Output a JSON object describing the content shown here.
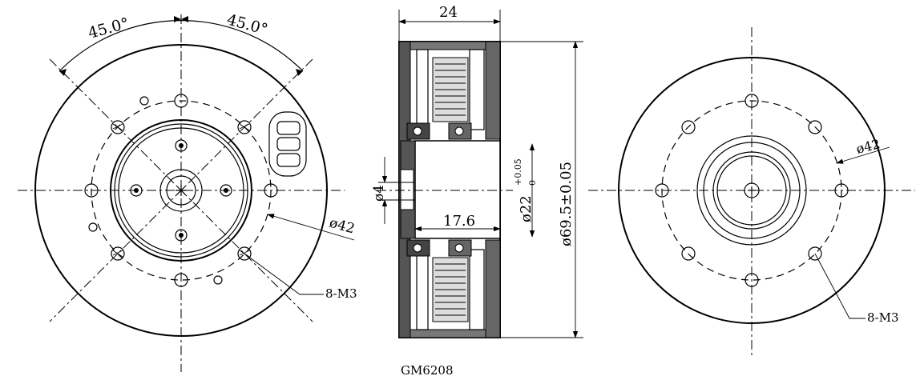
{
  "title": "GM6208",
  "front_view": {
    "angle_left": "45.0°",
    "angle_right": "45.0°",
    "bolt_circle": "ø42",
    "holes": "8-M3"
  },
  "side_view": {
    "width": "24",
    "depth": "17.6",
    "small_diameter": "ø4",
    "bore_diameter": "ø22",
    "bore_tol_upper": "+0.05",
    "bore_tol_lower": "0",
    "outer_diameter": "ø69.5±0.05"
  },
  "rear_view": {
    "bolt_circle": "ø42",
    "holes": "8-M3"
  }
}
